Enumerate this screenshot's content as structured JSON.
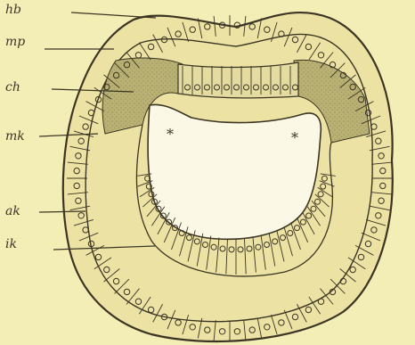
{
  "figure": {
    "labels": [
      "hb",
      "mp",
      "ch",
      "mk",
      "ak",
      "ik"
    ],
    "markers": [
      "*",
      "*"
    ],
    "colors": {
      "background": "#f3eeb6",
      "ink": "#3c3524",
      "cell_fill": "#ece2a4",
      "shaded_fill": "#b9b174",
      "cavity": "#fbf9e6"
    }
  }
}
